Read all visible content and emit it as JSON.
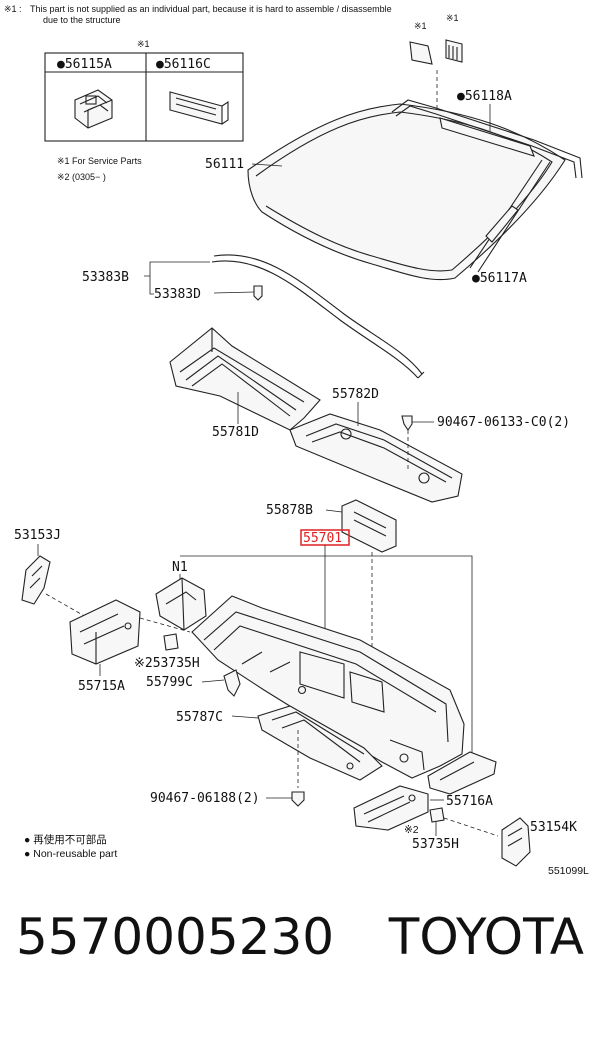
{
  "note": {
    "mark": "※1 :",
    "line1": "This part is not supplied as an individual part, because it is hard to assemble / disassemble",
    "line2": "due to the structure"
  },
  "mark_ref1": "※1",
  "mark_ref2": "※2",
  "box": {
    "header_mark": "※1",
    "left_part": "●56115A",
    "right_part": "●56116C"
  },
  "service_note": {
    "line1": "※1 For Service Parts",
    "line2": "※2 (0305−       )"
  },
  "labels": {
    "p56118A": "●56118A",
    "p56111": "56111",
    "p56117A": "●56117A",
    "p53383B": "53383B",
    "p53383D": "53383D",
    "p55782D": "55782D",
    "p55781D": "55781D",
    "p90467_06133": "90467-06133-C0(2)",
    "p55878B": "55878B",
    "p55701": "55701",
    "p53153J": "53153J",
    "pN1": "N1",
    "p53735H_top": "※253735H",
    "p55799C": "55799C",
    "p55715A": "55715A",
    "p55787C": "55787C",
    "p90467_06188": "90467-06188(2)",
    "p55716A": "55716A",
    "p53154K": "53154K",
    "p53735H_bot": "53735H",
    "p53735H_bot_mark": "※2",
    "diagram_id": "551099L"
  },
  "legend": {
    "line1": "● 再使用不可部品",
    "line2": "● Non-reusable part"
  },
  "highlight_color": "#e02020",
  "footer": {
    "part_number": "5570005230",
    "brand": "TOYOTA"
  }
}
